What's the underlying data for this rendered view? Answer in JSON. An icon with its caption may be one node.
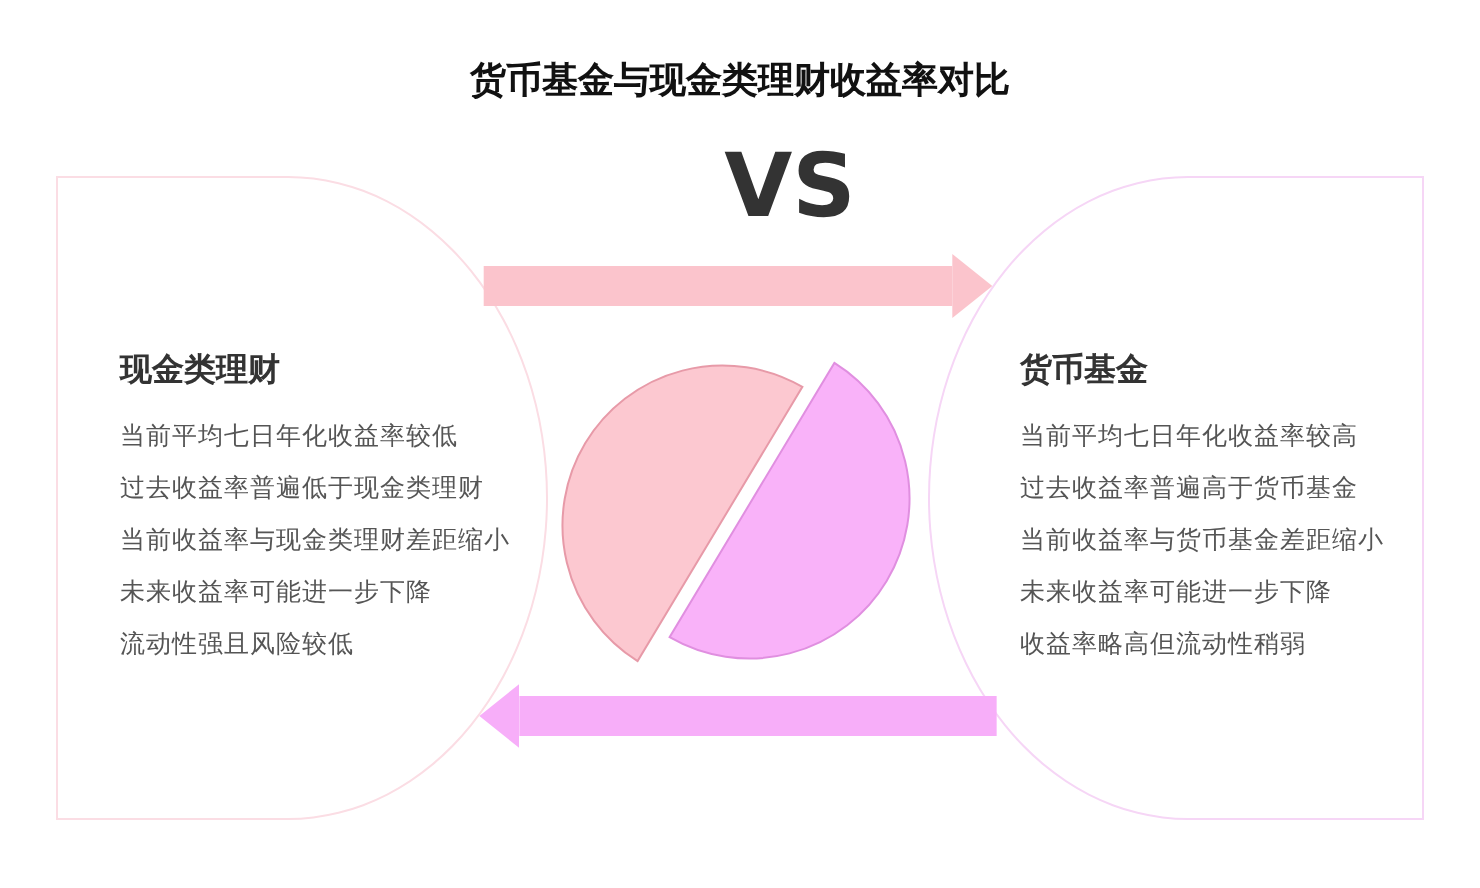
{
  "diagram": {
    "title": "货币基金与现金类理财收益率对比",
    "nodes": [
      {
        "text": [
          "现金类理财",
          "当前平均七日年化收益率较低",
          "过去收益率普遍低于现金类理财",
          "当前收益率与现金类理财差距缩小",
          "未来收益率可能进一步下降",
          "流动性强且风险较低"
        ]
      },
      {
        "text": [
          "货币基金",
          "当前平均七日年化收益率较高",
          "过去收益率普遍高于货币基金",
          "当前收益率与货币基金差距缩小",
          "未来收益率可能进一步下降",
          "收益率略高但流动性稍弱"
        ]
      }
    ],
    "edges": [
      {
        "from": 0,
        "to": 1,
        "arrow": "to",
        "color": "#fbc4cc"
      },
      {
        "from": 1,
        "to": 0,
        "arrow": "to",
        "color": "#f7aef9"
      }
    ],
    "labels": [
      "VS"
    ]
  }
}
